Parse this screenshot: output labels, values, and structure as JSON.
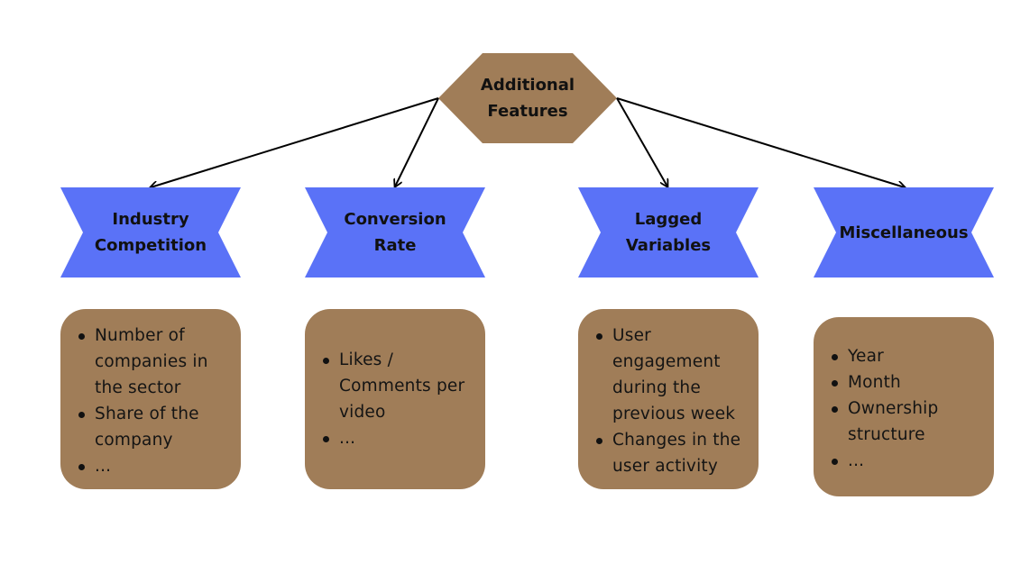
{
  "root": {
    "title": "Additional\nFeatures",
    "fill": "#a07d58"
  },
  "branch_fill": "#5a72f7",
  "card_fill": "#a07d58",
  "categories": [
    {
      "title": "Industry\nCompetition",
      "items": [
        "Number of\ncompanies in\nthe sector",
        "Share of the\ncompany",
        "..."
      ]
    },
    {
      "title": "Conversion\nRate",
      "items": [
        "Likes /\nComments per\nvideo",
        "..."
      ]
    },
    {
      "title": "Lagged\nVariables",
      "items": [
        "User\nengagement\nduring the\nprevious week",
        "Changes in the\nuser activity"
      ]
    },
    {
      "title": "Miscellaneous",
      "items": [
        "Year",
        "Month",
        "Ownership\nstructure",
        "..."
      ]
    }
  ]
}
